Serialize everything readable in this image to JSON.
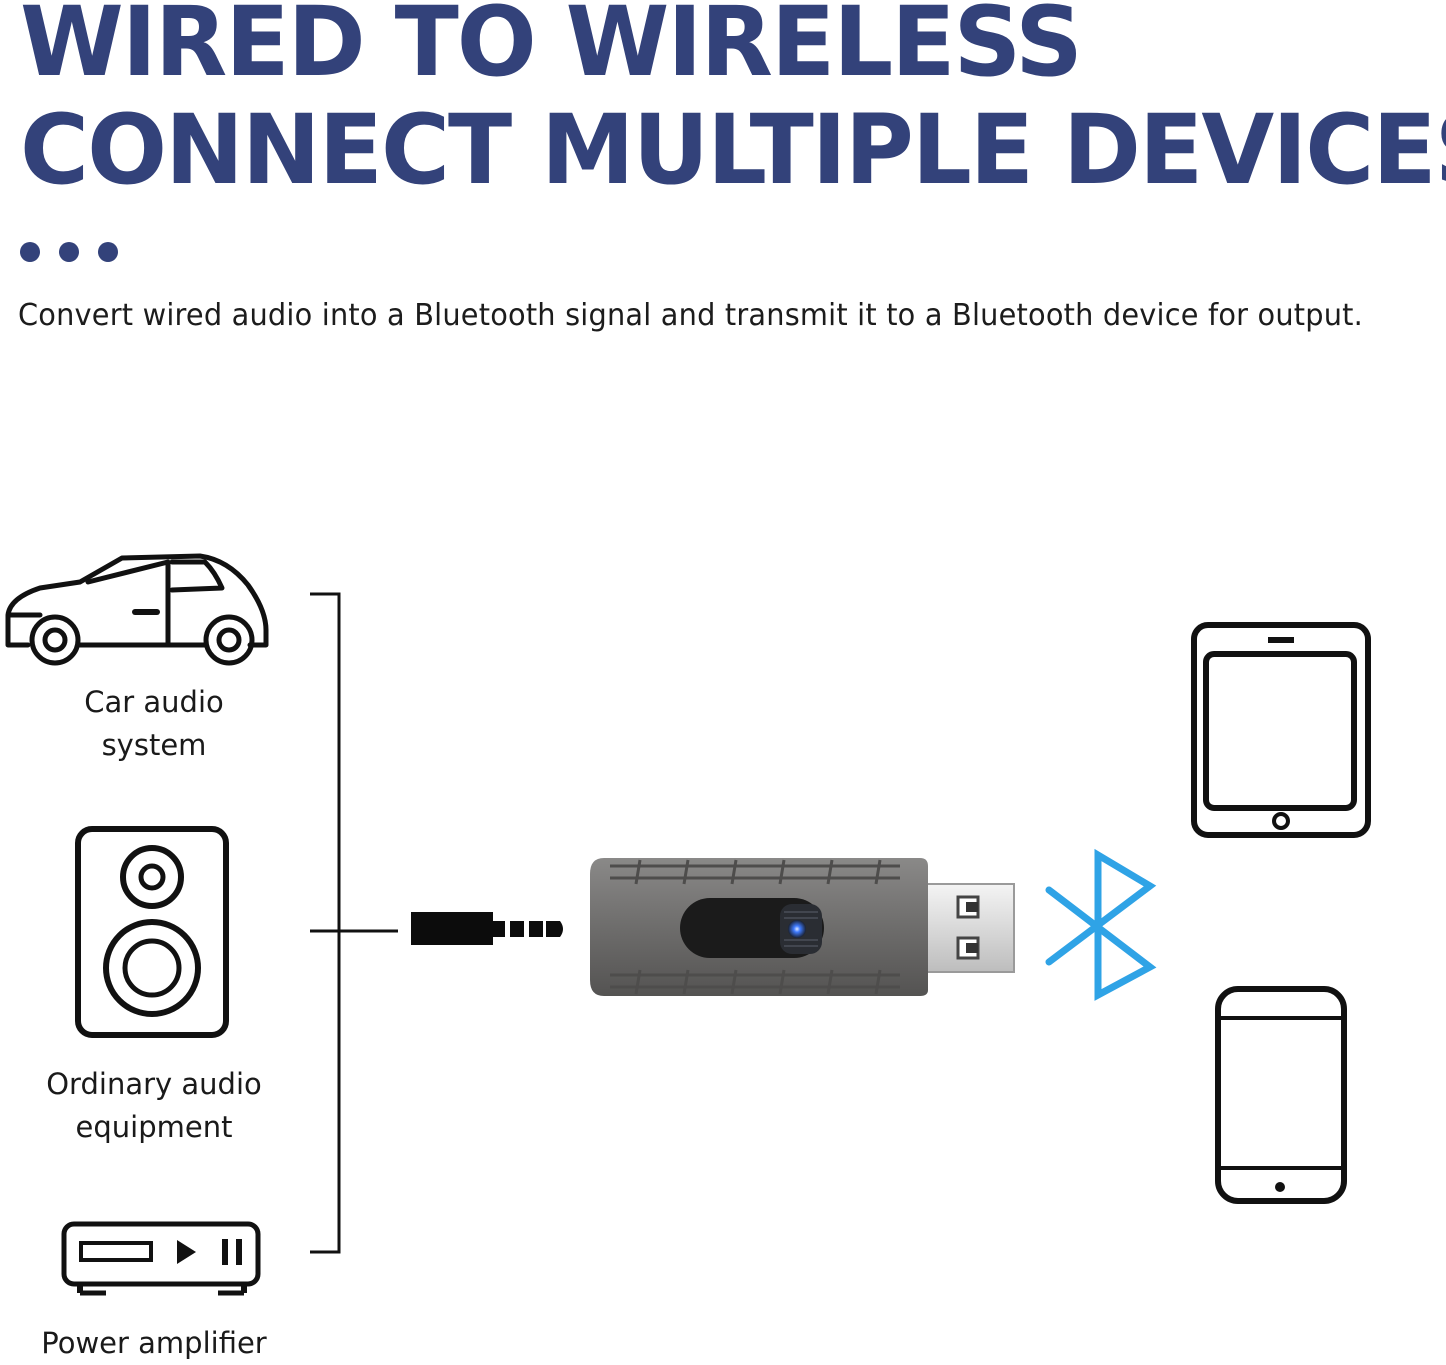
{
  "header": {
    "headline_line1": "WIRED TO WIRELESS",
    "headline_line2": "CONNECT MULTIPLE DEVICES",
    "subtitle": "Convert wired audio into a Bluetooth signal and transmit it to a Bluetooth device for output."
  },
  "sources": [
    {
      "label_line1": "Car audio",
      "label_line2": "system",
      "icon": "car-icon"
    },
    {
      "label_line1": "Ordinary audio",
      "label_line2": "equipment",
      "icon": "speaker-icon"
    },
    {
      "label_line1": "Power amplifier",
      "icon": "amplifier-icon"
    }
  ],
  "targets": [
    {
      "icon": "tablet-icon"
    },
    {
      "icon": "smartphone-icon"
    }
  ],
  "center": {
    "connector_icon": "audio-jack-icon",
    "device_icon": "usb-bluetooth-transmitter-icon",
    "signal_icon": "bluetooth-icon"
  },
  "colors": {
    "headline": "#33427a",
    "bluetooth": "#2fa3e6",
    "device_body": "#6b6a69",
    "led": "#3f7bff"
  }
}
